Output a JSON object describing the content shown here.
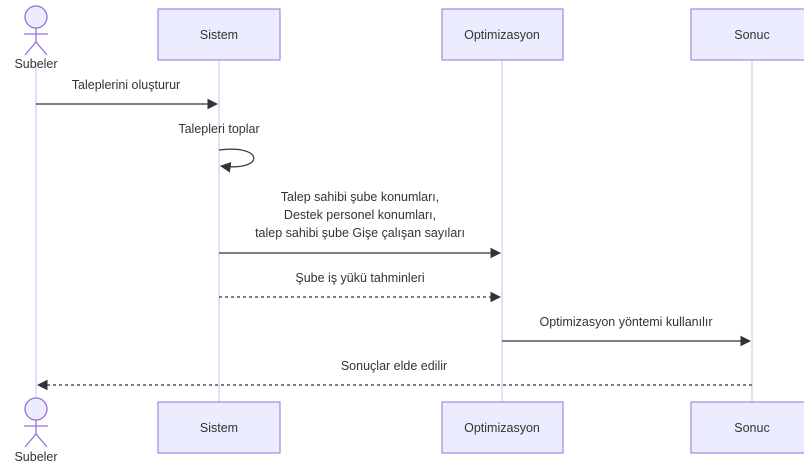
{
  "participants": [
    {
      "id": "subeler",
      "label": "Subeler",
      "kind": "actor"
    },
    {
      "id": "sistem",
      "label": "Sistem",
      "kind": "box"
    },
    {
      "id": "optimizasyon",
      "label": "Optimizasyon",
      "kind": "box"
    },
    {
      "id": "sonuc",
      "label": "Sonuc",
      "kind": "box"
    }
  ],
  "messages": [
    {
      "from": "subeler",
      "to": "sistem",
      "style": "solid",
      "lines": [
        "Taleplerini oluşturur"
      ]
    },
    {
      "from": "sistem",
      "to": "sistem",
      "style": "self",
      "lines": [
        "Talepleri toplar"
      ]
    },
    {
      "from": "sistem",
      "to": "optimizasyon",
      "style": "solid",
      "lines": [
        "Talep sahibi şube konumları,",
        "Destek personel konumları,",
        "talep sahibi şube Gişe çalışan sayıları"
      ]
    },
    {
      "from": "sistem",
      "to": "optimizasyon",
      "style": "dashed",
      "lines": [
        "Şube iş yükü tahminleri"
      ]
    },
    {
      "from": "optimizasyon",
      "to": "sonuc",
      "style": "solid",
      "lines": [
        "Optimizasyon yöntemi kullanılır"
      ]
    },
    {
      "from": "sonuc",
      "to": "subeler",
      "style": "dashed",
      "lines": [
        "Sonuçlar elde edilir"
      ]
    }
  ],
  "colors": {
    "box_fill": "#ECECFF",
    "box_stroke": "#9370DB",
    "lifeline": "#DCD6F7",
    "arrow": "#333333",
    "text": "#333333"
  }
}
